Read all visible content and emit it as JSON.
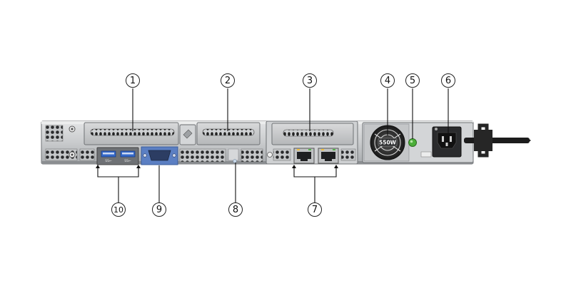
{
  "callouts": [
    {
      "id": "c1",
      "label": "1"
    },
    {
      "id": "c2",
      "label": "2"
    },
    {
      "id": "c3",
      "label": "3"
    },
    {
      "id": "c4",
      "label": "4"
    },
    {
      "id": "c5",
      "label": "5"
    },
    {
      "id": "c6",
      "label": "6"
    },
    {
      "id": "c7",
      "label": "7"
    },
    {
      "id": "c8",
      "label": "8"
    },
    {
      "id": "c9",
      "label": "9"
    },
    {
      "id": "c10",
      "label": "10"
    }
  ],
  "psu_rating": "550W",
  "usb_labels": [
    "SS←",
    "SS←"
  ],
  "colors": {
    "chassis": "#c9cbcd",
    "chassis_dark": "#8d9093",
    "vga_blue": "#5b7fc3",
    "power_led_green": "#4caf3a",
    "outline": "#222222"
  }
}
